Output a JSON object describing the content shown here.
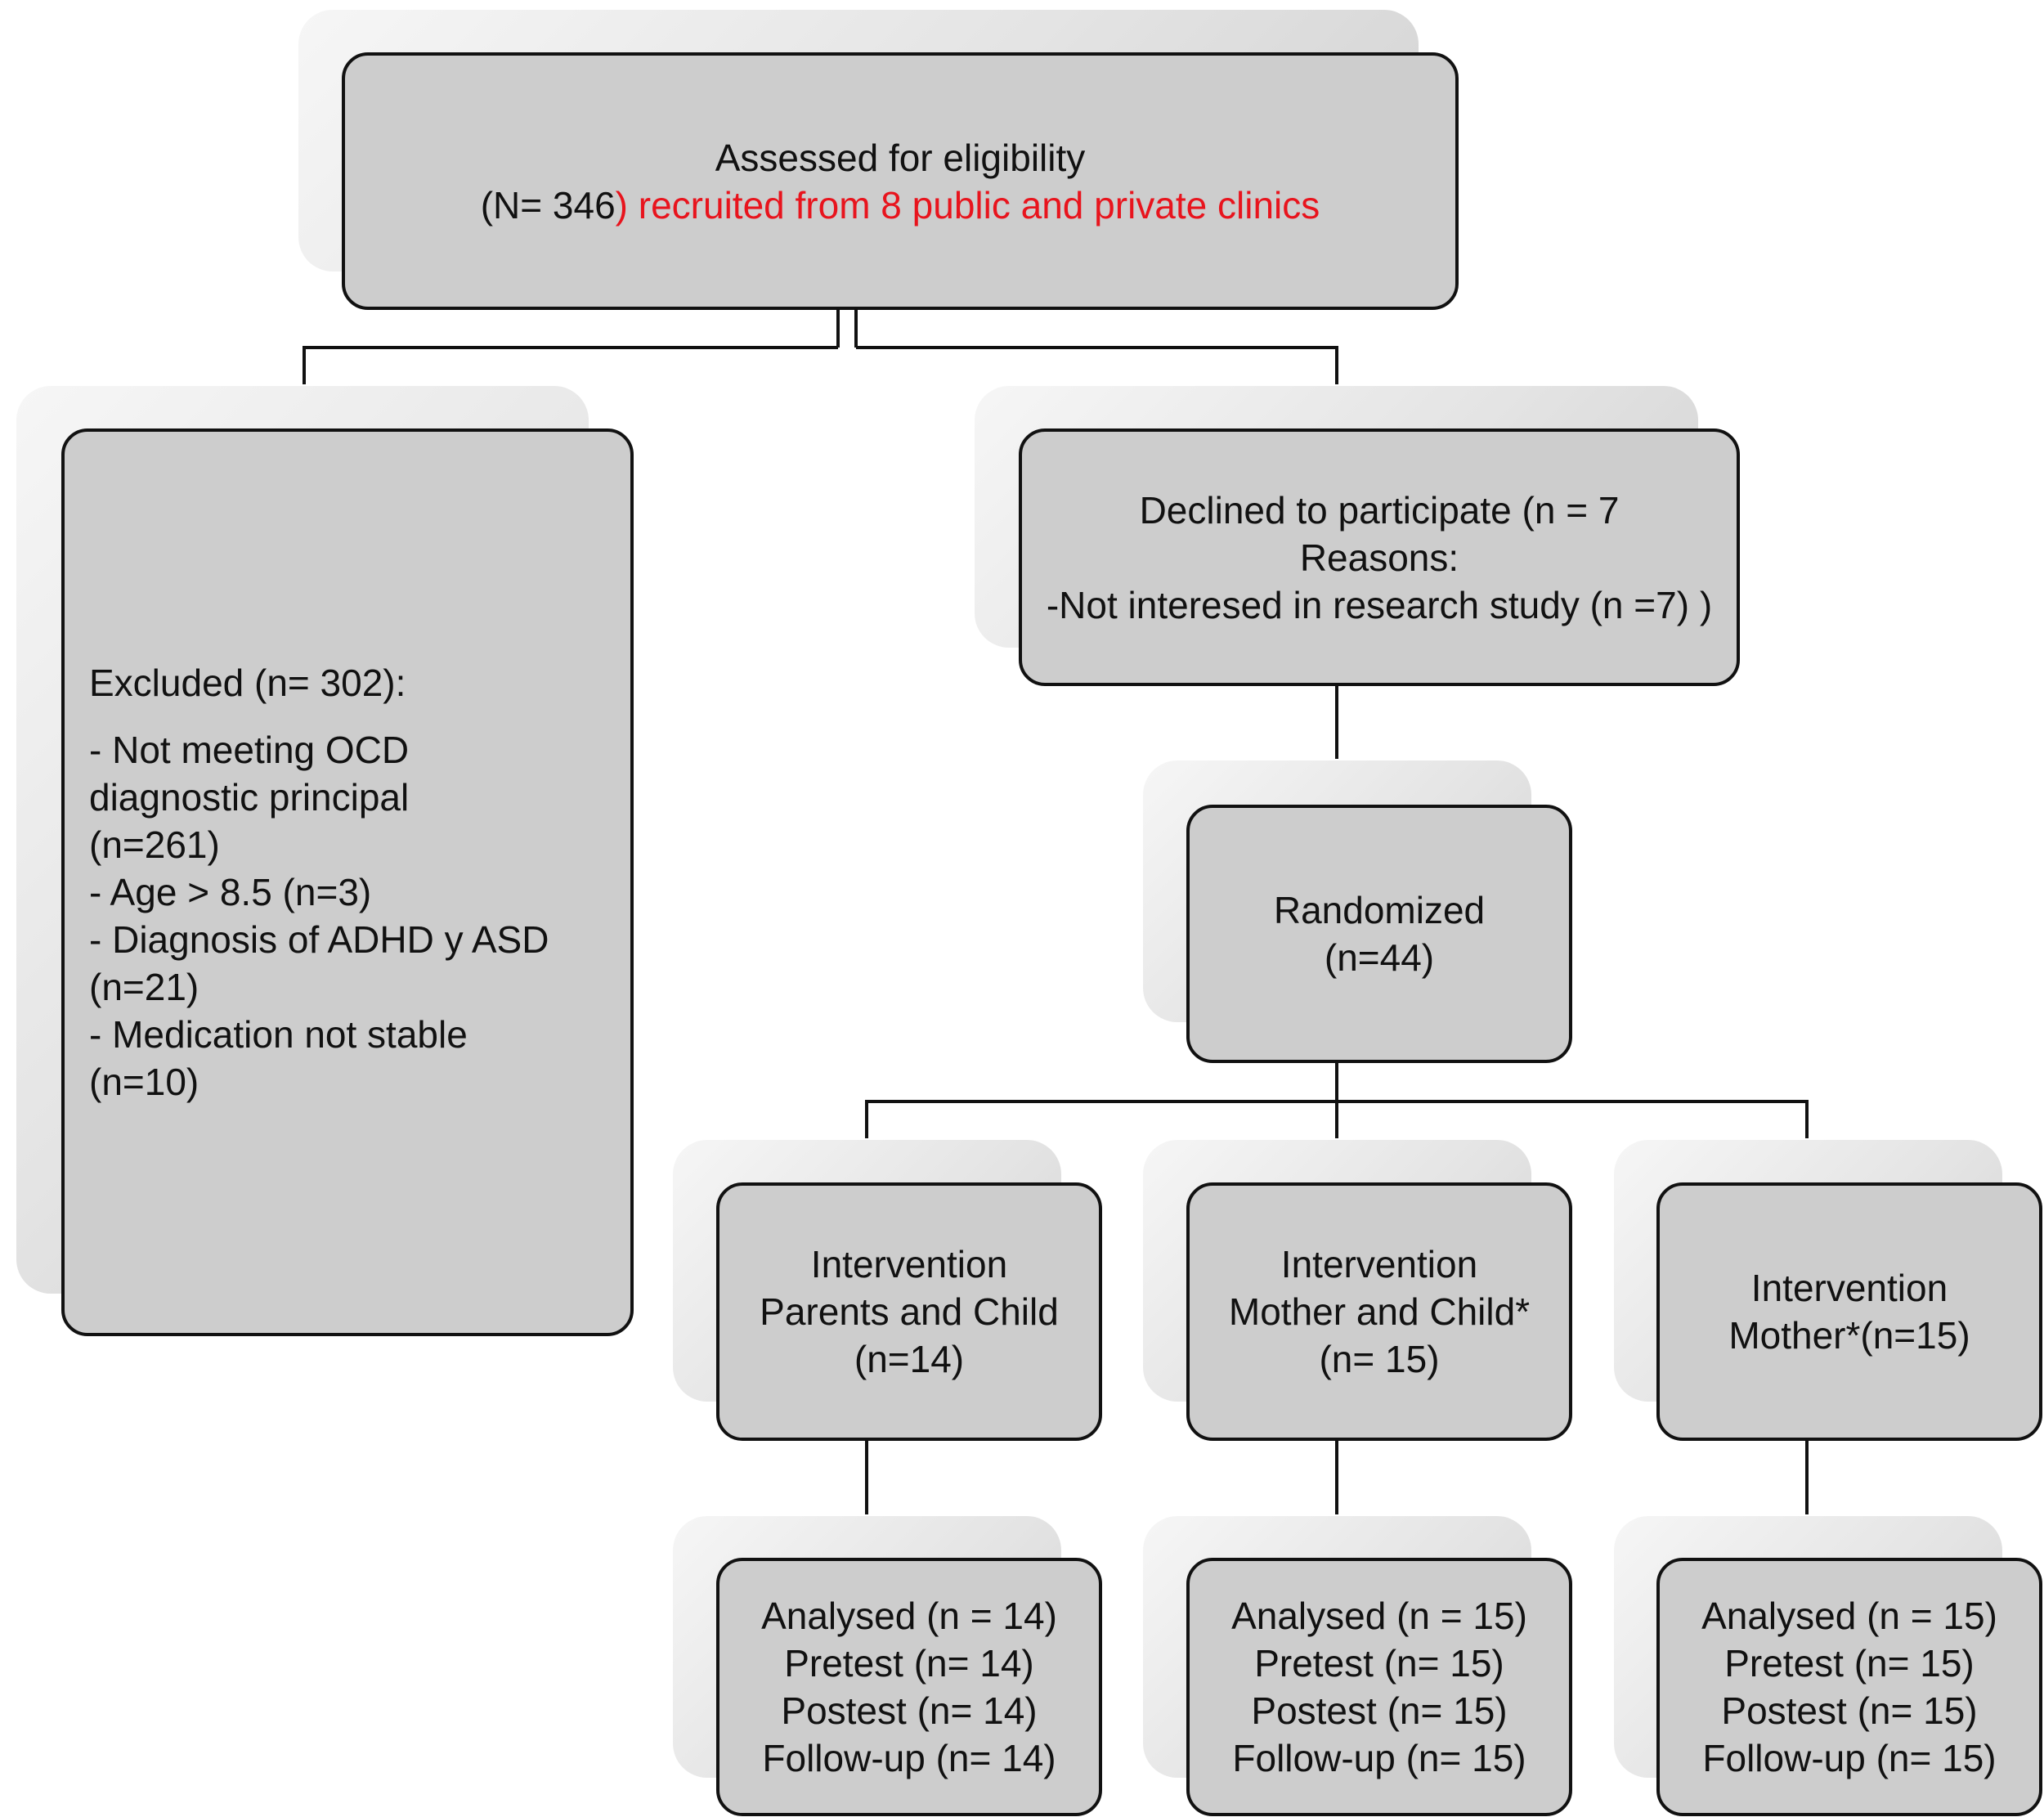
{
  "assessed": {
    "line1": "Assessed for eligibility",
    "line2_a": "(N= 346",
    "line2_b": ") recruited from 8 public and private clinics"
  },
  "excluded": {
    "title": "Excluded (n= 302):",
    "items": [
      "- Not meeting OCD",
      "diagnostic principal",
      "(n=261)",
      "- Age > 8.5 (n=3)",
      "- Diagnosis of ADHD y ASD",
      "(n=21)",
      "- Medication not stable",
      "(n=10)"
    ]
  },
  "declined": {
    "line1": "Declined to participate (n = 7",
    "line2": "Reasons:",
    "line3": "-Not interesed in research study (n =7) )"
  },
  "randomized": {
    "line1": "Randomized",
    "line2": "(n=44)"
  },
  "interventions": [
    {
      "line1": "Intervention",
      "line2": "Parents and Child",
      "line3": "(n=14)"
    },
    {
      "line1": "Intervention",
      "line2": "Mother and Child*",
      "line3": "(n= 15)"
    },
    {
      "line1": "Intervention",
      "line2": "Mother*(n=15)"
    }
  ],
  "analysed": [
    {
      "analysed": "Analysed (n = 14)",
      "pretest": "Pretest (n= 14)",
      "postest": "Postest (n= 14)",
      "followup": "Follow-up (n= 14)"
    },
    {
      "analysed": "Analysed (n = 15)",
      "pretest": "Pretest (n= 15)",
      "postest": "Postest (n= 15)",
      "followup": "Follow-up (n= 15)"
    },
    {
      "analysed": "Analysed (n = 15)",
      "pretest": "Pretest (n= 15)",
      "postest": "Postest (n= 15)",
      "followup": "Follow-up (n= 15)"
    }
  ],
  "colors": {
    "box_fill": "#cdcdcd",
    "border": "#111111",
    "highlight_text": "#e8141d"
  }
}
